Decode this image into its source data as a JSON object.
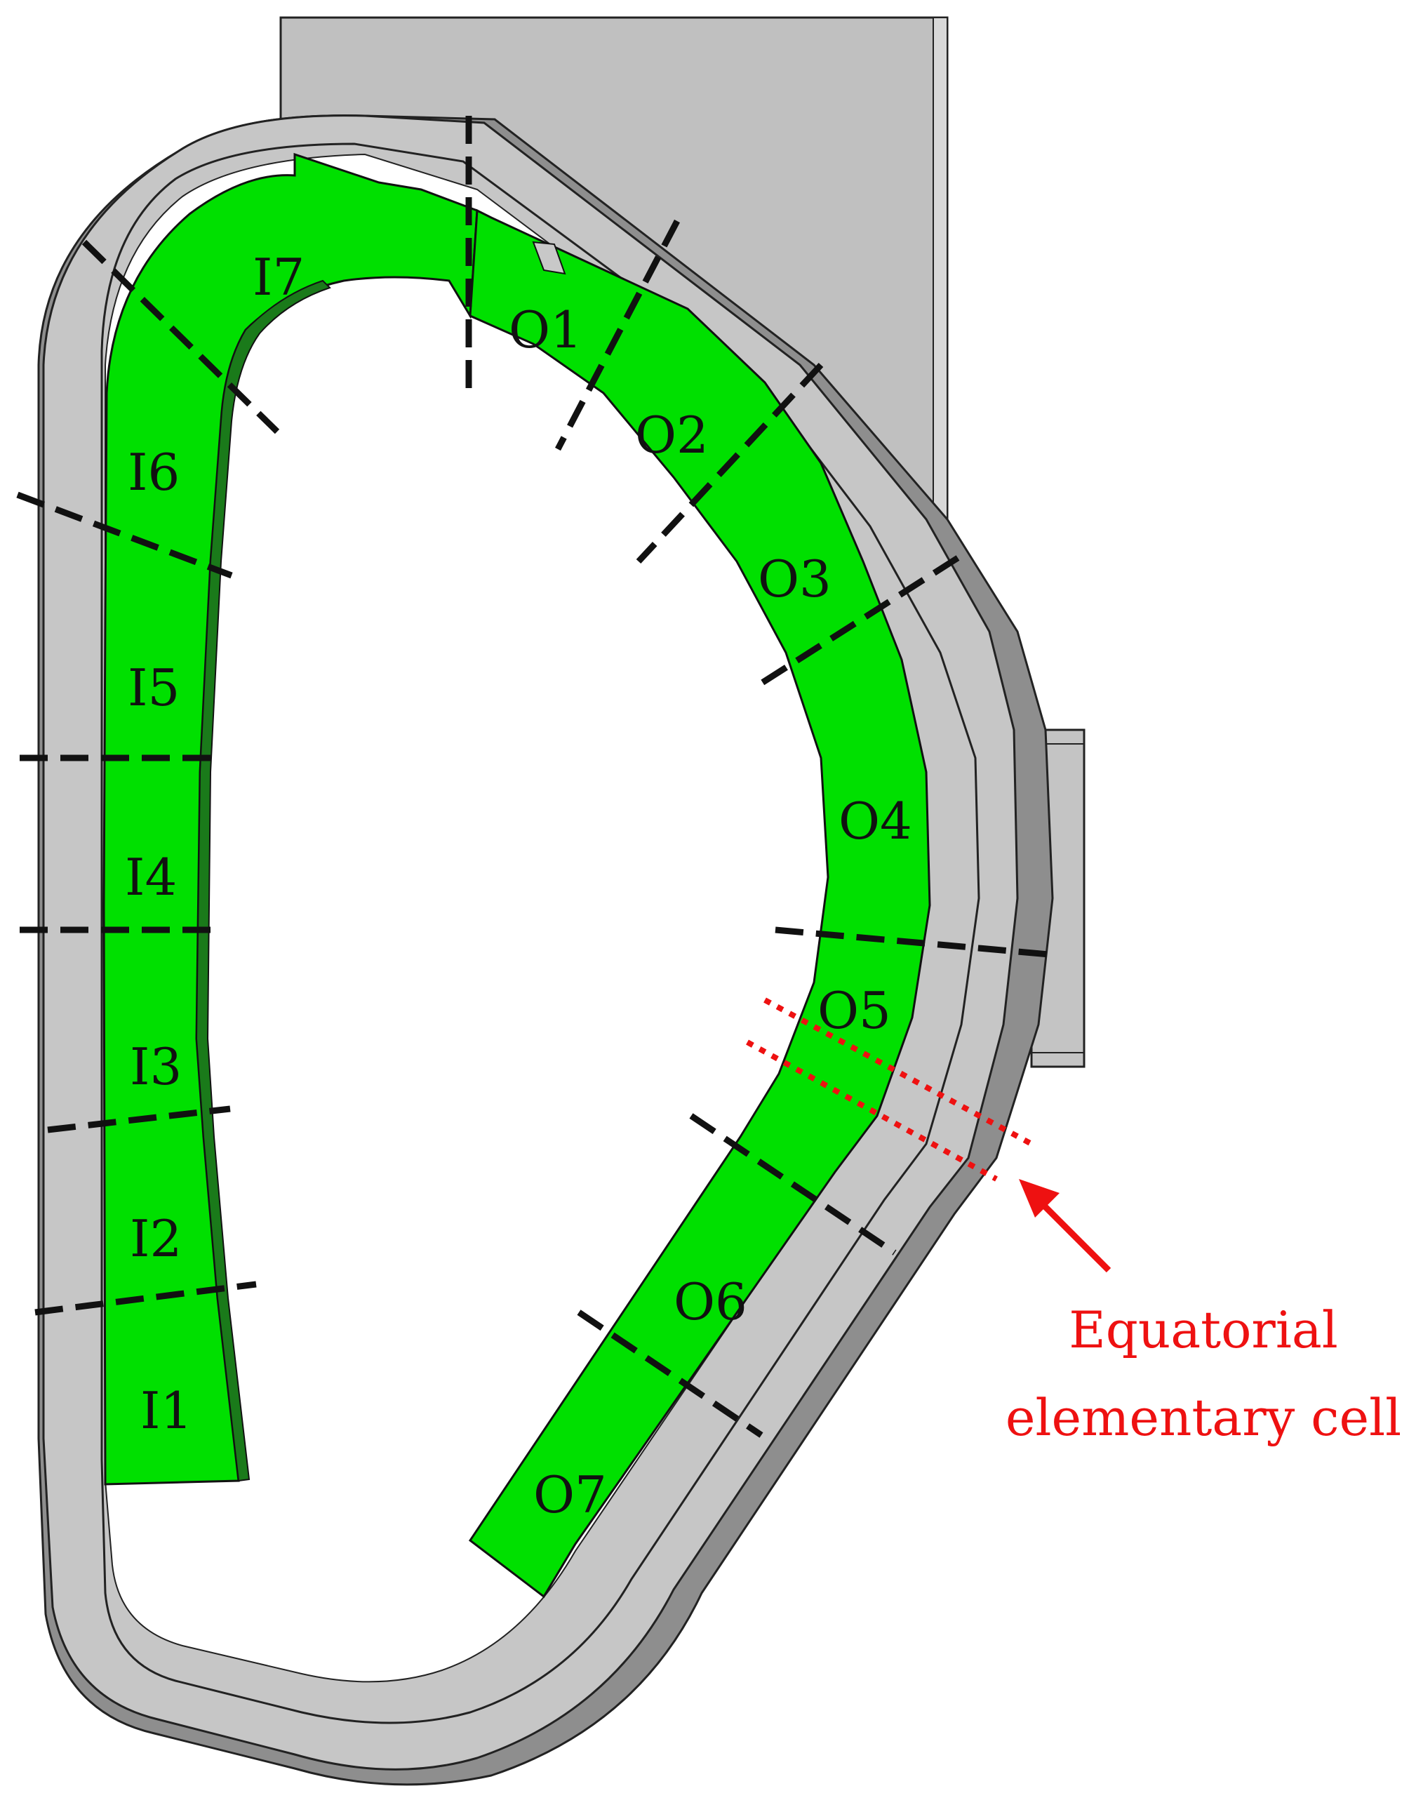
{
  "diagram": {
    "segments": {
      "inboard": [
        "I1",
        "I2",
        "I3",
        "I4",
        "I5",
        "I6",
        "I7"
      ],
      "outboard": [
        "O1",
        "O2",
        "O3",
        "O4",
        "O5",
        "O6",
        "O7"
      ]
    },
    "annotation": {
      "line1": "Equatorial",
      "line2": "elementary cell"
    },
    "colors": {
      "blanket": "#00e000",
      "blanket_edge": "#1a7a1a",
      "structure": "#c8c8c8",
      "structure_dark": "#8a8a8a",
      "divider": "#111111",
      "highlight": "#ee1111"
    }
  }
}
